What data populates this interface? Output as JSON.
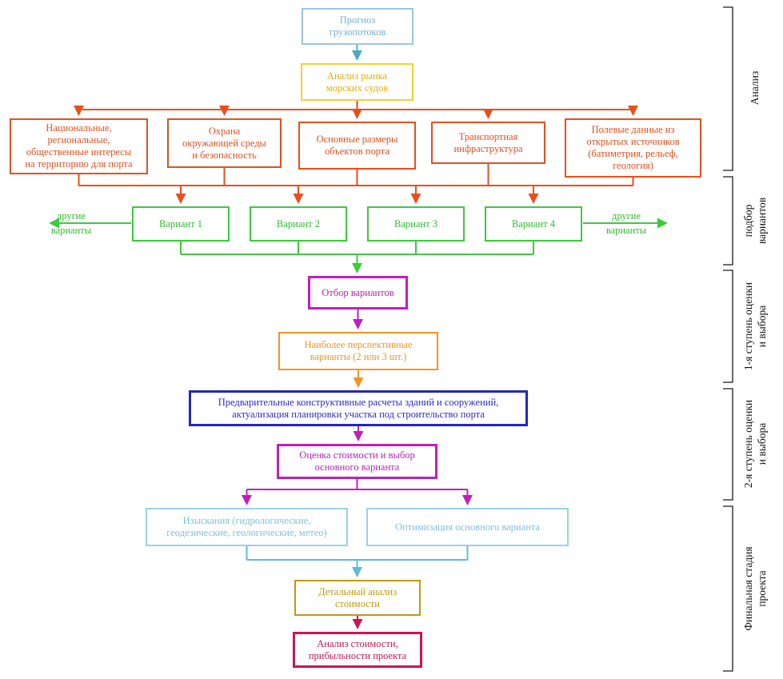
{
  "diagram": {
    "nodes": {
      "forecast": {
        "label": "Прогноз\nгрузопотоков"
      },
      "market": {
        "label": "Анализ рынка\nморских судов"
      },
      "inputs": [
        {
          "label": "Национальные,\nрегиональные,\nобщественные интересы\nна территорию для порта"
        },
        {
          "label": "Охрана\nокружающей среды\nи безопасность"
        },
        {
          "label": "Основные размеры\nобъектов порта"
        },
        {
          "label": "Транспортная\nинфраструктура"
        },
        {
          "label": "Полевые данные из\nоткрытых источников\n(батиметрия, рельеф,\nгеология)"
        }
      ],
      "variants": [
        {
          "label": "Вариант 1"
        },
        {
          "label": "Вариант 2"
        },
        {
          "label": "Вариант 3"
        },
        {
          "label": "Вариант 4"
        }
      ],
      "other_left": {
        "label": "другие\nварианты"
      },
      "other_right": {
        "label": "другие\nварианты"
      },
      "selection": {
        "label": "Отбор вариантов"
      },
      "promising": {
        "label": "Наиболее перспективные\nварианты (2 или 3 шт.)"
      },
      "prelim": {
        "label": "Предварительные конструктивные расчеты зданий и сооружений,\nактуализация планировки участка под строительство порта"
      },
      "cost_choice": {
        "label": "Оценка стоимости и выбор\nосновного варианта"
      },
      "surveys": {
        "label": "Изыскания (гидрологические,\nгеодезические, геологические, метео)"
      },
      "optimization": {
        "label": "Оптимизация основного варианта"
      },
      "detailed_cost": {
        "label": "Детальный анализ\nстоимости"
      },
      "final_analysis": {
        "label": "Анализ стоимости,\nприбыльности проекта"
      }
    },
    "stages": [
      {
        "label": "Анализ"
      },
      {
        "label": "подбор\nвариантов"
      },
      {
        "label": "1-я ступень оценки\nи выбора"
      },
      {
        "label": "2-я ступень оценки\nи выбора"
      },
      {
        "label": "Финальная стадия\nпроекта"
      }
    ],
    "colors": {
      "sky_blue": "#9DC3E6",
      "cyan_arrow": "#4BACC6",
      "yellow": "#FFCC33",
      "orange_red": "#E94E1B",
      "green": "#3BCB3B",
      "magenta": "#BF1FBF",
      "orange": "#F49423",
      "dark_blue": "#2525BE",
      "pale_blue": "#9AD2E6",
      "gold": "#C4980B",
      "crimson": "#CC1452",
      "bracket_black": "#1A1A1A"
    }
  }
}
